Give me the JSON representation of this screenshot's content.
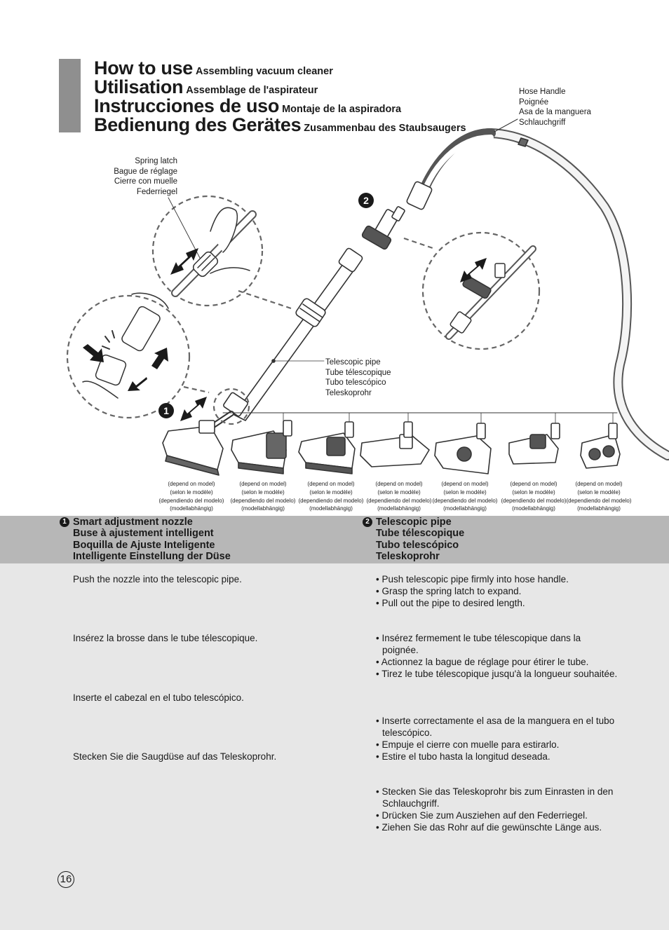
{
  "header": {
    "titles": [
      {
        "main": "How to use",
        "sub": "Assembling vacuum cleaner"
      },
      {
        "main": "Utilisation",
        "sub": "Assemblage de l'aspirateur"
      },
      {
        "main": "Instrucciones de uso",
        "sub": "Montaje de la aspiradora"
      },
      {
        "main": "Bedienung des Gerätes",
        "sub": "Zusammenbau des Staubsaugers"
      }
    ]
  },
  "labels": {
    "hose_handle": [
      "Hose Handle",
      "Poignée",
      "Asa de la manguera",
      "Schlauchgriff"
    ],
    "spring_latch": [
      "Spring latch",
      "Bague de réglage",
      "Cierre con muelle",
      "Federriegel"
    ],
    "telescopic_pipe": [
      "Telescopic pipe",
      "Tube télescopique",
      "Tubo telescópico",
      "Teleskoprohr"
    ]
  },
  "markers": {
    "one": "1",
    "two": "2"
  },
  "model_note": [
    "(depend on model)",
    "(selon le modèle)",
    "(dependiendo del modelo)",
    "(modellabhängig)"
  ],
  "sections": {
    "left": {
      "number": "1",
      "heading": [
        "Smart adjustment nozzle",
        "Buse à ajustement intelligent",
        "Boquilla de Ajuste Inteligente",
        "Intelligente Einstellung der Düse"
      ],
      "texts": [
        "Push the nozzle into the telescopic pipe.",
        "Insérez la brosse dans le tube télescopique.",
        "Inserte el cabezal en el tubo telescópico.",
        "Stecken Sie die Saugdüse auf das Teleskoprohr."
      ]
    },
    "right": {
      "number": "2",
      "heading": [
        "Telescopic pipe",
        "Tube télescopique",
        "Tubo telescópico",
        "Teleskoprohr"
      ],
      "groups": [
        [
          "• Push telescopic pipe firmly into hose handle.",
          "• Grasp the spring latch to expand.",
          "• Pull out the pipe to desired length."
        ],
        [
          "• Insérez fermement le tube télescopique dans la poignée.",
          "• Actionnez la bague de réglage pour étirer le tube.",
          "• Tirez le tube télescopique jusqu'à la longueur souhaitée."
        ],
        [
          "• Inserte correctamente el asa de la manguera en el tubo telescópico.",
          "• Empuje el cierre con muelle para estirarlo.",
          "• Estire el tubo hasta la longitud deseada."
        ],
        [
          "• Stecken Sie das Teleskoprohr bis zum Einrasten in den Schlauchgriff.",
          "• Drücken Sie zum Ausziehen auf den Federriegel.",
          "• Ziehen Sie das Rohr auf die gewünschte Länge aus."
        ]
      ]
    }
  },
  "page_number": "16"
}
